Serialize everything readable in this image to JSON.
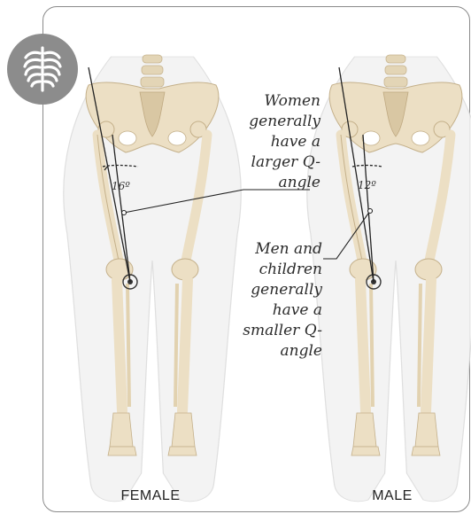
{
  "icon": "ribcage-icon",
  "annotations": {
    "women": "Women generally have a larger Q-angle",
    "men": "Men and children generally have a smaller Q-angle"
  },
  "angles": {
    "female": "16º",
    "male": "12º"
  },
  "labels": {
    "female": "FEMALE",
    "male": "MALE"
  },
  "colors": {
    "bone": "#ecdfc4",
    "bone_shadow": "#cdbb99",
    "body_outline": "#dcdcdc",
    "badge": "#8c8c8c",
    "border": "#8a8a8a",
    "line": "#333333"
  }
}
